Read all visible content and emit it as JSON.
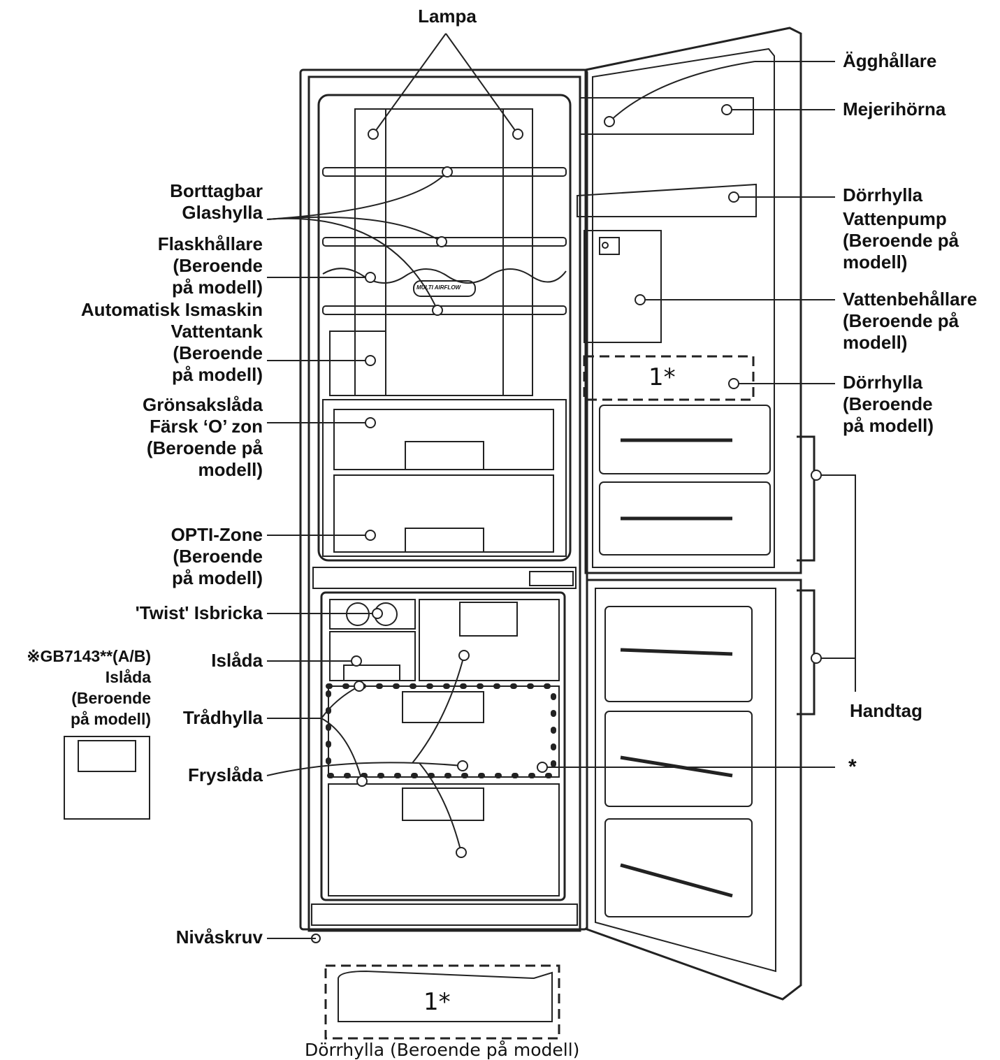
{
  "labels": {
    "lampa": "Lampa",
    "agghallare": "Ägghållare",
    "mejerihorna": "Mejerihörna",
    "borttagbar": [
      "Borttagbar",
      "Glashylla"
    ],
    "flaskhallare": [
      "Flaskhållare",
      "(Beroende",
      "på modell)"
    ],
    "ismaskin": [
      "Automatisk Ismaskin",
      "Vattentank",
      "(Beroende",
      "på modell)"
    ],
    "gronsak": [
      "Grönsakslåda",
      "Färsk ‘O’ zon",
      "(Beroende på",
      "modell)"
    ],
    "opti": [
      "OPTI-Zone",
      "(Beroende",
      "på modell)"
    ],
    "twist": "'Twist' Isbricka",
    "islada": "Islåda",
    "tradhylla": "Trådhylla",
    "frysloda": "Fryslåda",
    "nivaskruv": "Nivåskruv",
    "dorrhylla1": "Dörrhylla",
    "vattenpump": [
      "Vattenpump",
      "(Beroende på",
      "modell)"
    ],
    "vattenbehallare": [
      "Vattenbehållare",
      "(Beroende på",
      "modell)"
    ],
    "dorrhylla2": [
      "Dörrhylla",
      "(Beroende",
      "på modell)"
    ],
    "handtag": "Handtag",
    "asterisk": "*",
    "model_note": [
      "※GB7143**(A/B)",
      "Islåda",
      "(Beroende",
      "på modell)"
    ],
    "marker_1star": "1*",
    "caption": "Dörrhylla (Beroende på modell)",
    "airflow_badge": "MULTI AIRFLOW"
  }
}
